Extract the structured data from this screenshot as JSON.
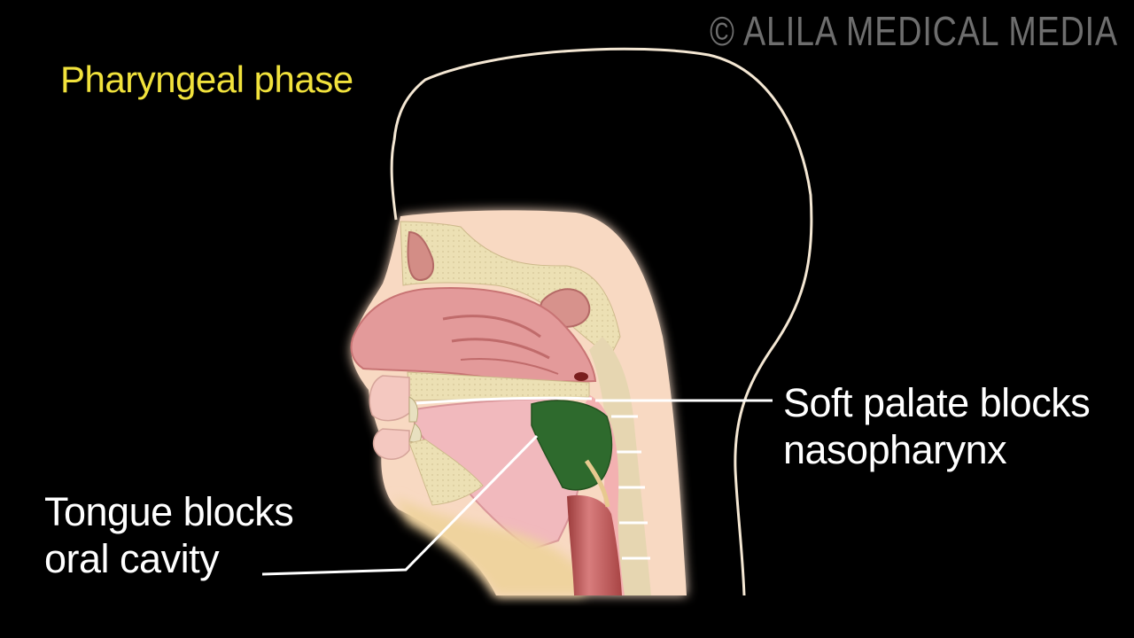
{
  "title": "Pharyngeal phase",
  "watermark": "© ALILA MEDICAL MEDIA",
  "labels": {
    "soft_palate": "Soft palate blocks\nnasopharynx",
    "tongue": "Tongue blocks\noral cavity"
  },
  "colors": {
    "background": "#000000",
    "title": "#f1e23c",
    "skin": "#f8d9c2",
    "mucosa": "#e39a9a",
    "tongue": "#f1b9bd",
    "bolus": "#2e6a2d",
    "bone": "#ebdcae",
    "outline": "#f4e7d3"
  }
}
